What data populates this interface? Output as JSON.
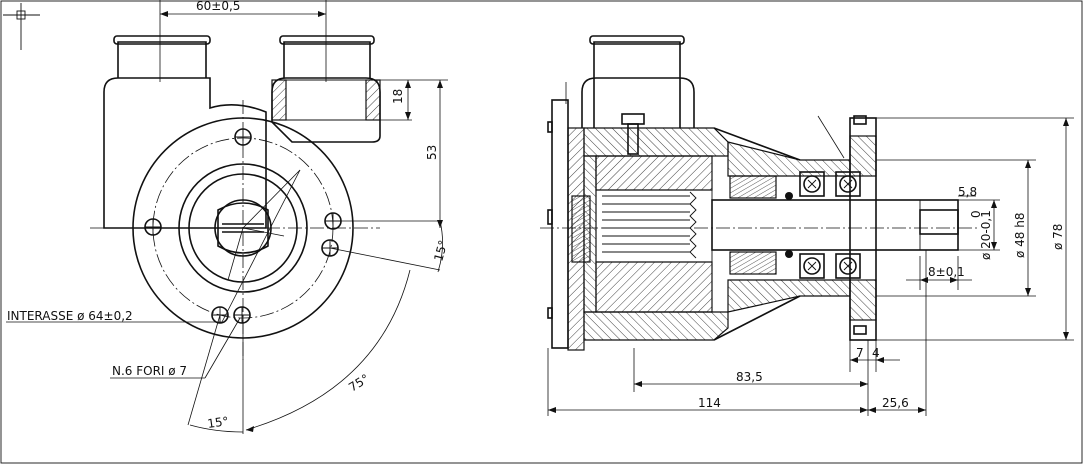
{
  "front_view": {
    "dim_spacing": "60±0,5",
    "dim_height_small": "18",
    "dim_height_large": "53",
    "dim_angle_small": "15°",
    "dim_angle_large": "75°",
    "dim_angle_bottom": "15°",
    "label_interasse": "INTERASSE ø 64±0,2",
    "label_holes": "N.6 FORI ø 7"
  },
  "section_view": {
    "dim_shaft_flat": "5,8",
    "dim_shaft_tol_zero": "0",
    "dim_shaft_dia": "ø 20-0,1",
    "dim_pilot": "ø 48 h8",
    "dim_flange": "ø 78",
    "dim_key_len": "8±0,1",
    "dim_seven": "7",
    "dim_four": "4",
    "dim_835": "83,5",
    "dim_114": "114",
    "dim_256": "25,6"
  }
}
